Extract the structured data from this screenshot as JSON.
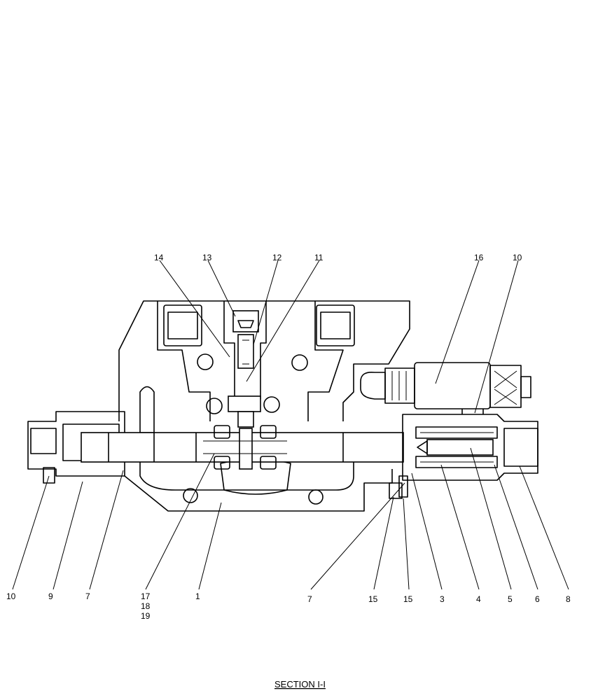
{
  "callouts_top": [
    "14",
    "13",
    "12",
    "11",
    "16",
    "10"
  ],
  "callouts_bottom": [
    "10",
    "9",
    "7",
    "17",
    "18",
    "19",
    "1",
    "7",
    "15",
    "15",
    "3",
    "4",
    "5",
    "6",
    "8"
  ],
  "caption": "SECTION  I-I"
}
